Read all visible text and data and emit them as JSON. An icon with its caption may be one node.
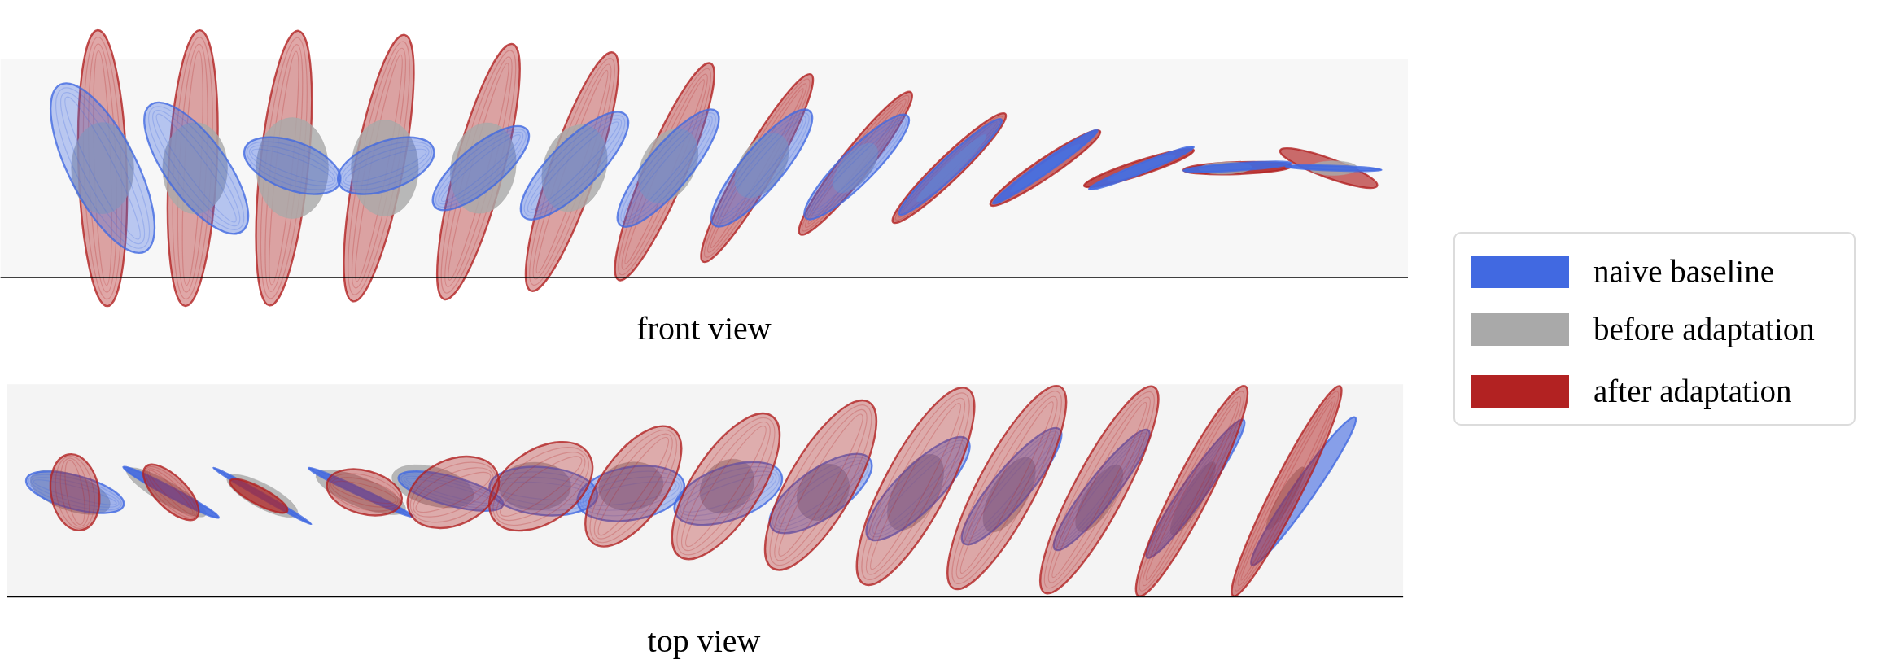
{
  "diagram": {
    "labels": [
      "front view",
      "top view"
    ],
    "legend": [
      {
        "text": "naive baseline",
        "color": "#4169e1"
      },
      {
        "text": "before adaptation",
        "color": "#a9a9a9"
      },
      {
        "text": "after adaptation",
        "color": "#b22222"
      }
    ]
  }
}
